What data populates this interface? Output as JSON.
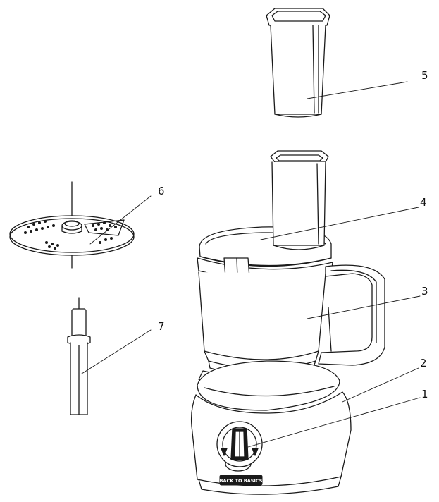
{
  "labels": {
    "l1": "1",
    "l2": "2",
    "l3": "3",
    "l4": "4",
    "l5": "5",
    "l6": "6",
    "l7": "7"
  },
  "base_badge": "BACK TO BASICS",
  "colors": {
    "line": "#1a1a1a",
    "fill": "#ffffff",
    "shade": "#f2f2f2"
  }
}
